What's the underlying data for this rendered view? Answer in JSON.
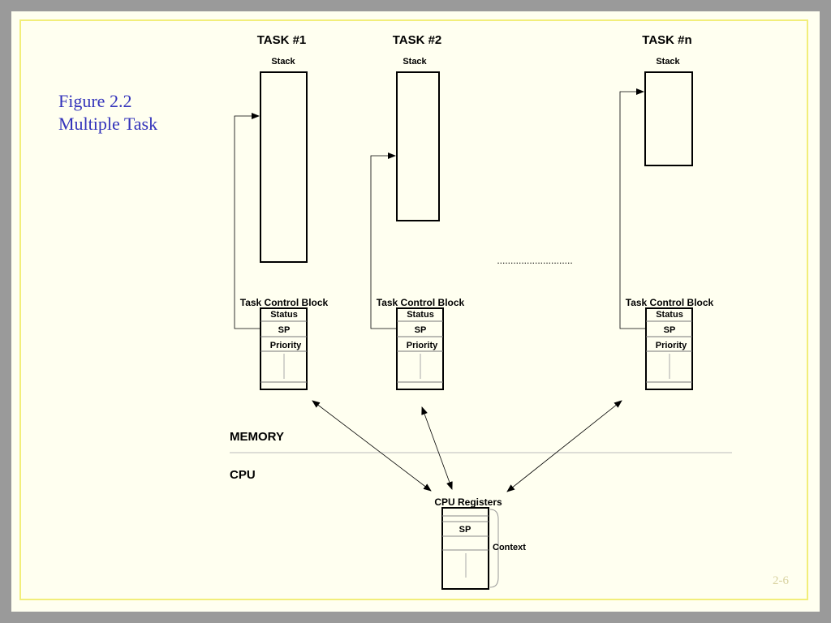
{
  "caption": {
    "line1": "Figure 2.2",
    "line2": "Multiple Task"
  },
  "tasks": [
    {
      "title": "TASK #1",
      "stack_label": "Stack",
      "tcb_label": "Task Control Block",
      "fields": [
        "Status",
        "SP",
        "Priority"
      ]
    },
    {
      "title": "TASK #2",
      "stack_label": "Stack",
      "tcb_label": "Task Control Block",
      "fields": [
        "Status",
        "SP",
        "Priority"
      ]
    },
    {
      "title": "TASK #n",
      "stack_label": "Stack",
      "tcb_label": "Task Control Block",
      "fields": [
        "Status",
        "SP",
        "Priority"
      ]
    }
  ],
  "ellipsis": "............................",
  "sections": {
    "memory": "MEMORY",
    "cpu": "CPU"
  },
  "cpu_registers": {
    "label": "CPU Registers",
    "sp": "SP",
    "context": "Context"
  },
  "page_number": "2-6"
}
